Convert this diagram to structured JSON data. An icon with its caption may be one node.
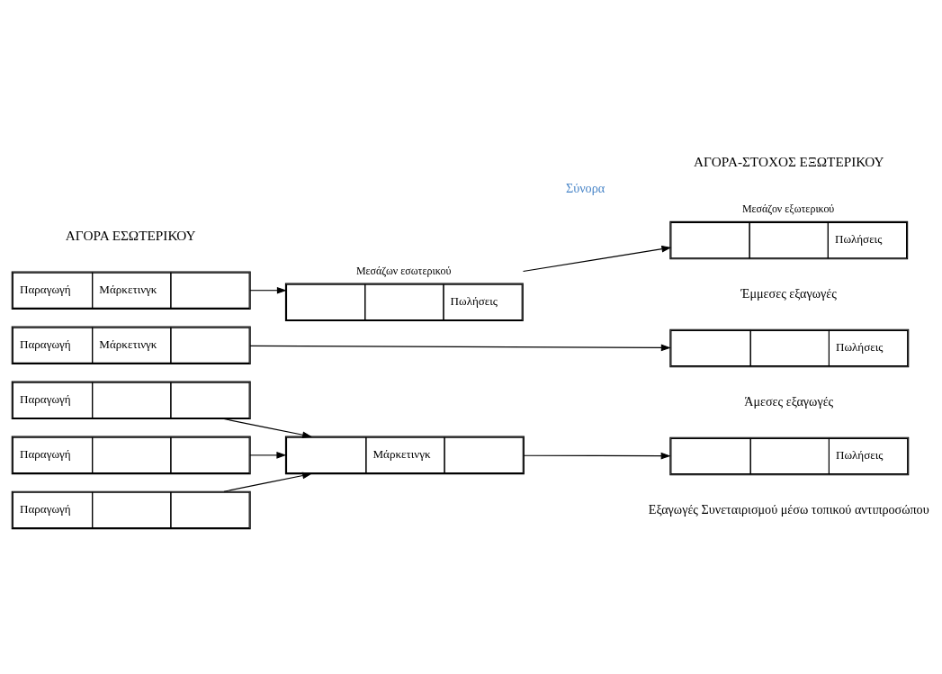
{
  "diagram": {
    "nodes": [
      {
        "text": [
          "Παραγωγή",
          "Μάρκετινγκ"
        ]
      },
      {
        "text": [
          "Μεσάζων εσωτερικού",
          "Πωλήσεις"
        ]
      },
      {
        "text": [
          "Μεσάζον εξωτερικού",
          "Πωλήσεις"
        ]
      },
      {
        "text": [
          "Παραγωγή",
          "Μάρκετινγκ"
        ]
      },
      {
        "text": [
          "Πωλήσεις"
        ]
      },
      {
        "text": [
          "Παραγωγή"
        ]
      },
      {
        "text": [
          "Παραγωγή"
        ]
      },
      {
        "text": [
          "Παραγωγή"
        ]
      },
      {
        "text": [
          "Μάρκετινγκ"
        ]
      },
      {
        "text": [
          "Πωλήσεις"
        ]
      }
    ],
    "edges": [
      {
        "from": 0,
        "to": 1,
        "arrow": "to"
      },
      {
        "from": 1,
        "to": 2,
        "arrow": "to"
      },
      {
        "from": 3,
        "to": 4,
        "arrow": "to"
      },
      {
        "from": 5,
        "to": 8,
        "arrow": "to"
      },
      {
        "from": 6,
        "to": 8,
        "arrow": "to"
      },
      {
        "from": 7,
        "to": 8,
        "arrow": "to"
      },
      {
        "from": 8,
        "to": 9,
        "arrow": "to"
      }
    ],
    "labels": [
      "ΑΓΟΡΑ ΕΣΩΤΕΡΙΚΟΥ",
      "ΑΓΟΡΑ-ΣΤΟΧΟΣ ΕΞΩΤΕΡΙΚΟΥ",
      "Σύνορα",
      "Έμμεσες εξαγωγές",
      "Άμεσες εξαγωγές",
      "Εξαγωγές Συνεταιρισμού μέσω τοπικού αντιπροσώπου"
    ]
  }
}
